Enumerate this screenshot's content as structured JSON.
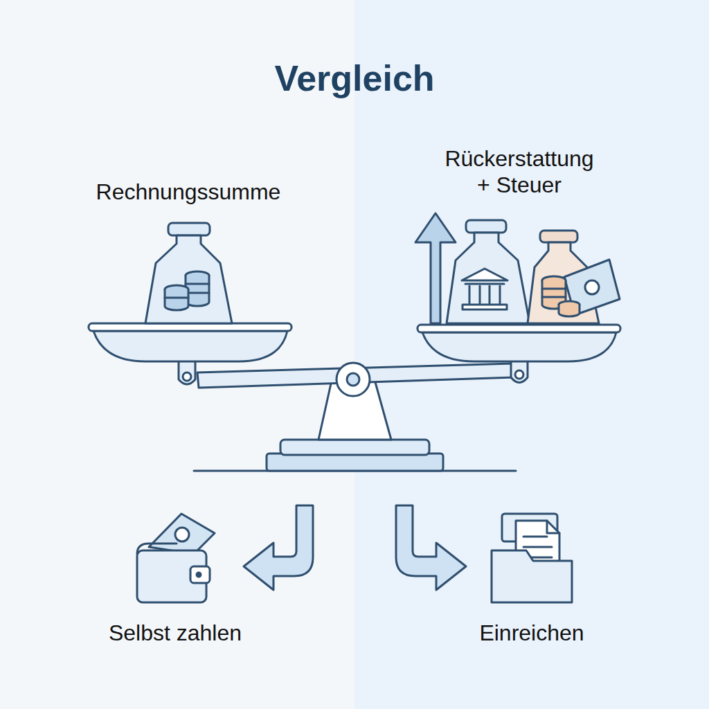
{
  "diagram": {
    "title": "Vergleich",
    "labels": [
      "Rechnungssumme",
      "Rückerstattung + Steuer",
      "Selbst zahlen",
      "Einreichen"
    ]
  }
}
